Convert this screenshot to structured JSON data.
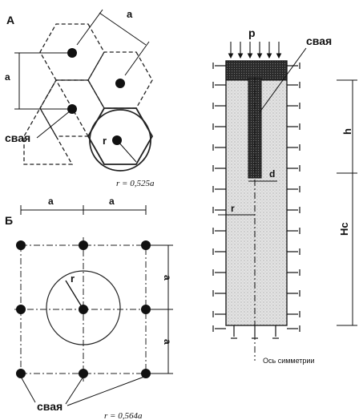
{
  "panel_a": {
    "label": "А",
    "dim_a_top": "a",
    "dim_a_left": "a",
    "pile_label": "свая",
    "radius_label": "r",
    "formula": "r = 0,525a"
  },
  "panel_b": {
    "label": "Б",
    "dim_a_top_left": "a",
    "dim_a_top_right": "a",
    "dim_a_right_top": "a",
    "dim_a_right_bottom": "a",
    "radius_label": "r",
    "pile_label": "свая",
    "formula": "r = 0,564a"
  },
  "section": {
    "load_label": "p",
    "pile_label": "свая",
    "dim_h": "h",
    "dim_hc": "Hс",
    "dim_d": "d",
    "radius_label": "r",
    "axis_label": "Ось симметрии"
  }
}
